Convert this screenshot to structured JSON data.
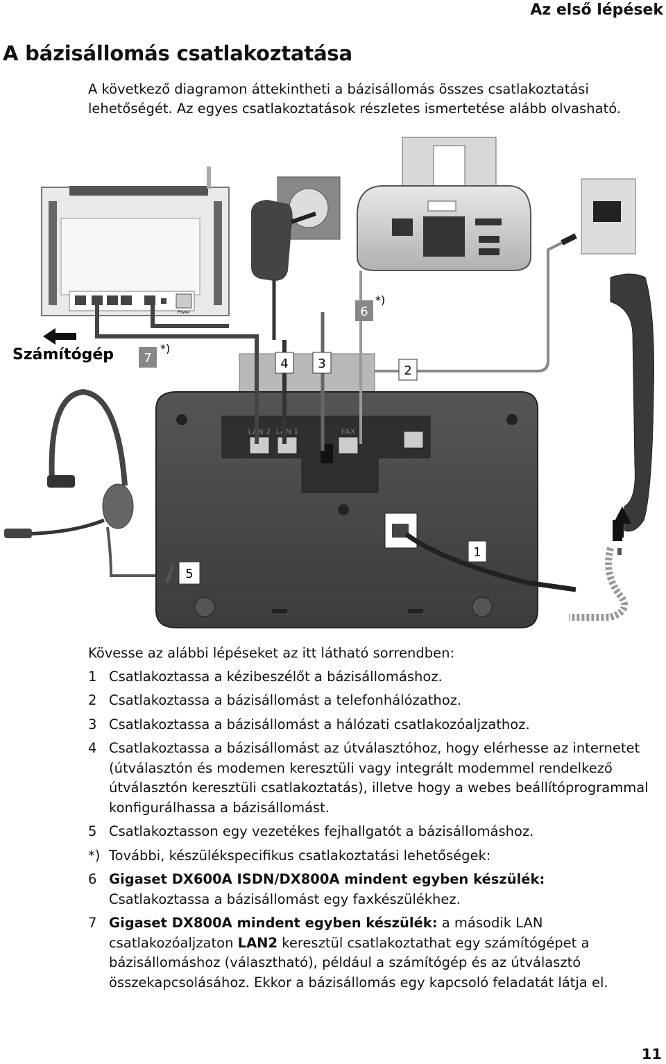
{
  "header": {
    "section": "Az első lépések"
  },
  "title": "A bázisállomás csatlakoztatása",
  "intro": "A következő diagramon áttekintheti a bázisállomás összes csatlakoztatási lehetőségét. Az egyes csatlakoztatások részletes ismertetése alább olvasható.",
  "diagram": {
    "computer_label": "Számítógép",
    "markers": {
      "m1": "1",
      "m2": "2",
      "m3": "3",
      "m4": "4",
      "m5": "5",
      "m6": "6",
      "m7": "7"
    },
    "asterisk": "*)",
    "port_labels": {
      "lan2": "LAN 2",
      "lan1": "LAN 1",
      "fax": "FAX"
    },
    "router_power_label": "Power"
  },
  "steps": {
    "lead": "Kövesse az alábbi lépéseket az itt látható sorrendben:",
    "items": [
      {
        "num": "1",
        "text": "Csatlakoztassa a kézibeszélőt a bázisállomáshoz."
      },
      {
        "num": "2",
        "text": "Csatlakoztassa a bázisállomást a telefonhálózathoz."
      },
      {
        "num": "3",
        "text": "Csatlakoztassa a bázisállomást a hálózati csatlakozóaljzathoz."
      },
      {
        "num": "4",
        "text": "Csatlakoztassa a bázisállomást az útválasztóhoz, hogy elérhesse az internetet (útválasztón és modemen keresztüli vagy integrált modemmel rendelkező útválasztón keresztüli csatlakoztatás), illetve hogy a webes beállítóprogrammal konfigurálhassa a bázisállomást."
      },
      {
        "num": "5",
        "text": "Csatlakoztasson egy vezetékes fejhallgatót a bázisállomáshoz."
      }
    ],
    "extra_num": "*)",
    "extra_text": "További, készülékspecifikus csatlakoztatási lehetőségek:",
    "item6": {
      "num": "6",
      "bold": "Gigaset DX600A ISDN/DX800A mindent egyben készülék:",
      "text": "Csatlakoztassa a bázisállomást egy faxkészülékhez."
    },
    "item7": {
      "num": "7",
      "bold": "Gigaset DX800A mindent egyben készülék:",
      "text1": " a második LAN csatlakozóaljzaton ",
      "bold2": "LAN2",
      "text2": " keresztül csatlakoztathat egy számítógépet a bázisállomáshoz (választható), például a számítógép és az útválasztó összekapcsolásához. Ekkor a bázisállomás egy kapcsoló feladatát látja el."
    }
  },
  "page_number": "11"
}
